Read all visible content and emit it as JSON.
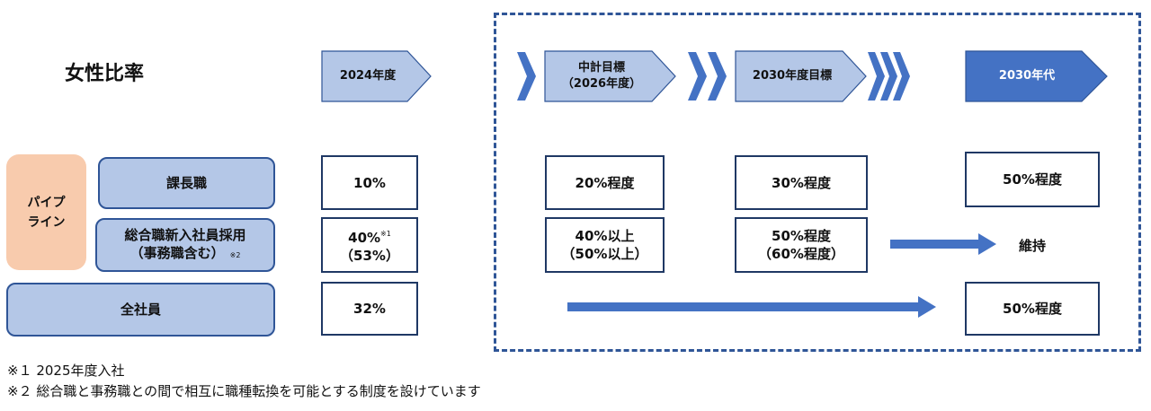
{
  "title": "女性比率",
  "phases": [
    {
      "label": "2024年度"
    },
    {
      "label": "中計目標\n（2026年度）"
    },
    {
      "label": "2030年度目標"
    },
    {
      "label": "2030年代"
    }
  ],
  "pipeline_label": "パイプ\nライン",
  "rows": [
    {
      "label": "課長職",
      "values": [
        "10%",
        "20%程度",
        "30%程度",
        "50%程度"
      ]
    },
    {
      "label_line1": "総合職新入社員採用",
      "label_line2": "（事務職含む）",
      "label_note": "※2",
      "values": [
        {
          "line1": "40%",
          "note": "※1",
          "line2": "（53%）"
        },
        {
          "line1": "40%以上",
          "line2": "（50%以上）"
        },
        {
          "line1": "50%程度",
          "line2": "（60%程度）"
        },
        {
          "line1": "維持"
        }
      ]
    },
    {
      "label": "全社員",
      "values": [
        "32%",
        "50%程度"
      ]
    }
  ],
  "footnotes": [
    "※１ 2025年度入社",
    "※２ 総合職と事務職との間で相互に職種転換を可能とする制度を設けています"
  ],
  "colors": {
    "header_light": "#b4c7e7",
    "header_dark": "#4472c4",
    "border_navy": "#1f3864",
    "pipeline": "#f8cbad",
    "arrow": "#4472c4",
    "dashed_border": "#2f5597"
  },
  "icons": [
    "chevron-right-icon",
    "double-chevron-right-icon",
    "triple-chevron-right-icon",
    "arrow-right-icon"
  ]
}
